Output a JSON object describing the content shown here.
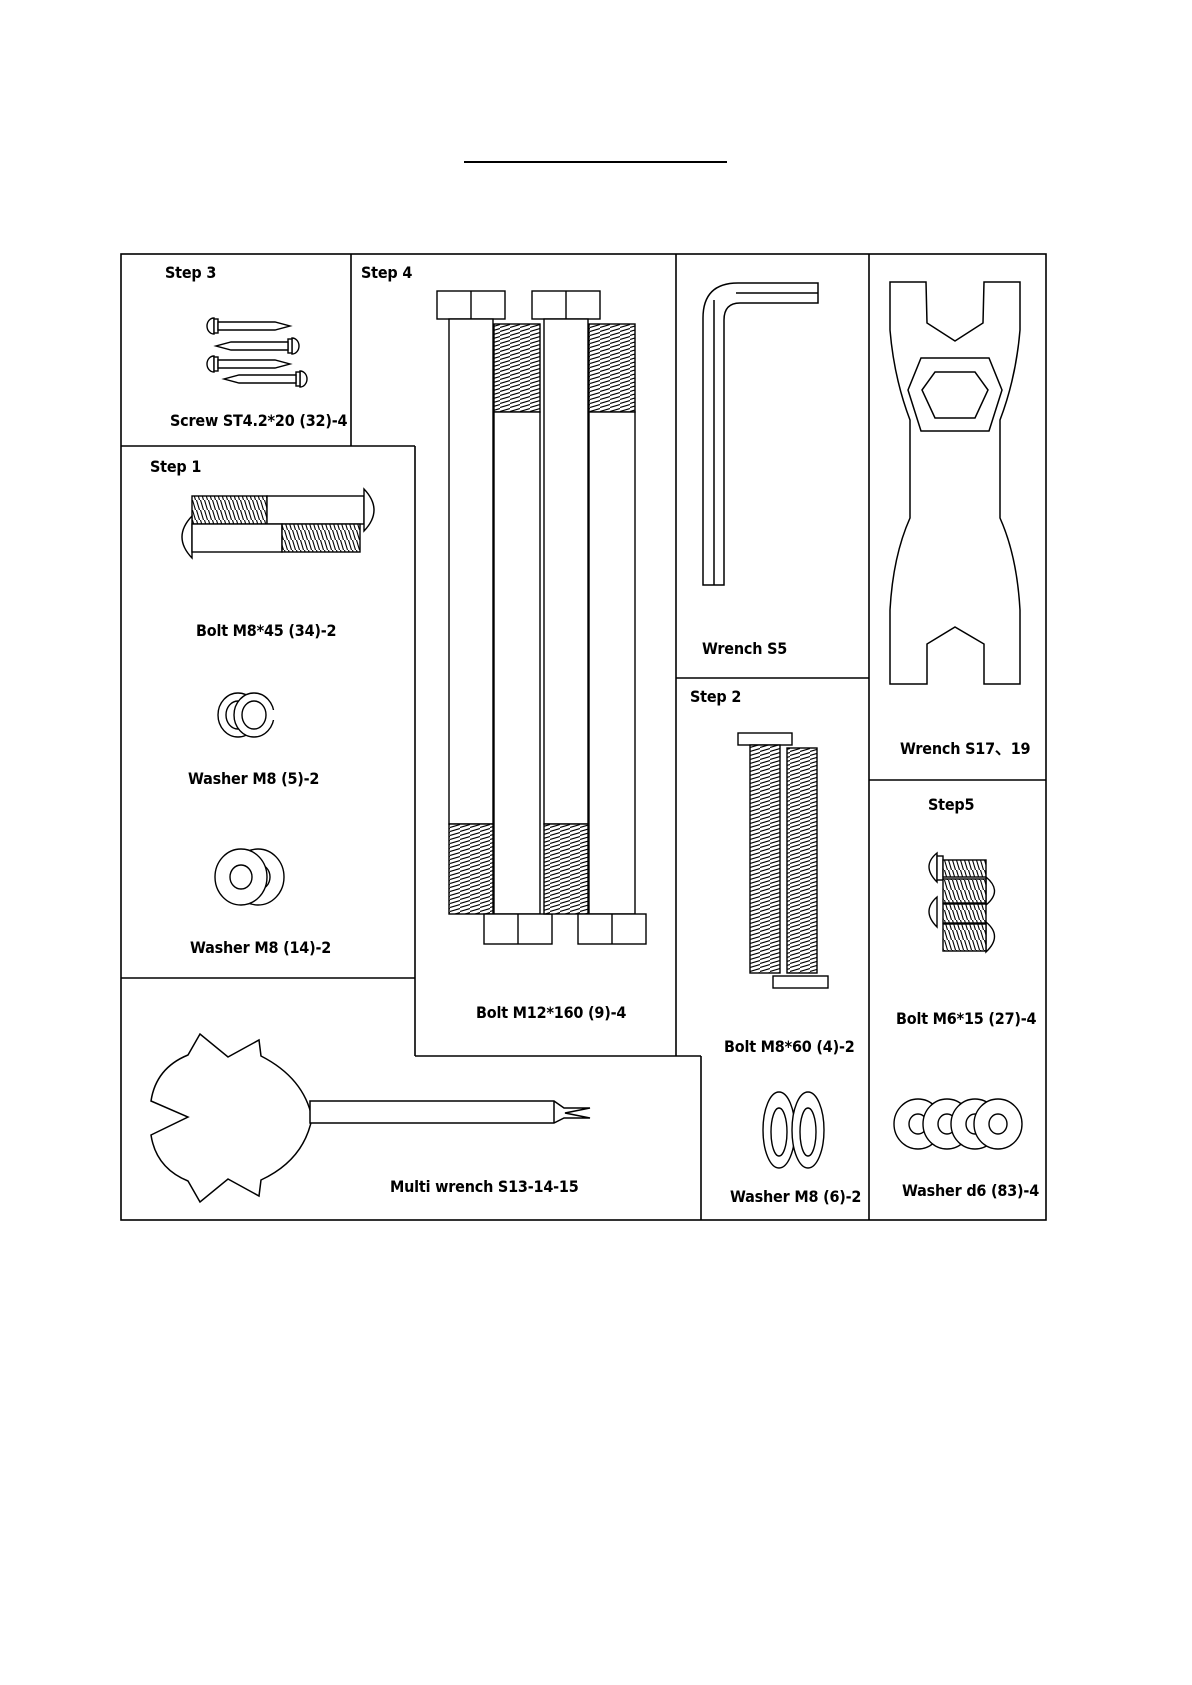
{
  "title": "",
  "steps": {
    "step3": "Step 3",
    "step4": "Step 4",
    "step1": "Step 1",
    "step2": "Step 2",
    "step5": "Step5"
  },
  "parts": {
    "screw_st42_20": "Screw ST4.2*20 (32)-4",
    "bolt_m8_45": "Bolt M8*45 (34)-2",
    "washer_m8_5": "Washer M8 (5)-2",
    "washer_m8_14": "Washer M8 (14)-2",
    "bolt_m12_160": "Bolt M12*160 (9)-4",
    "wrench_s5": "Wrench  S5",
    "wrench_s17_19": "Wrench  S17、19",
    "bolt_m8_60": "Bolt M8*60 (4)-2",
    "washer_m8_6": "Washer M8 (6)-2",
    "bolt_m6_15": "Bolt M6*15 (27)-4",
    "washer_d6_83": "Washer d6 (83)-4",
    "multi_wrench": "Multi wrench S13-14-15"
  },
  "icons": [
    "screw-icon",
    "bolt-icon",
    "spring-washer-icon",
    "flat-washer-icon",
    "hex-key-icon",
    "double-end-wrench-icon",
    "multi-wrench-icon"
  ]
}
